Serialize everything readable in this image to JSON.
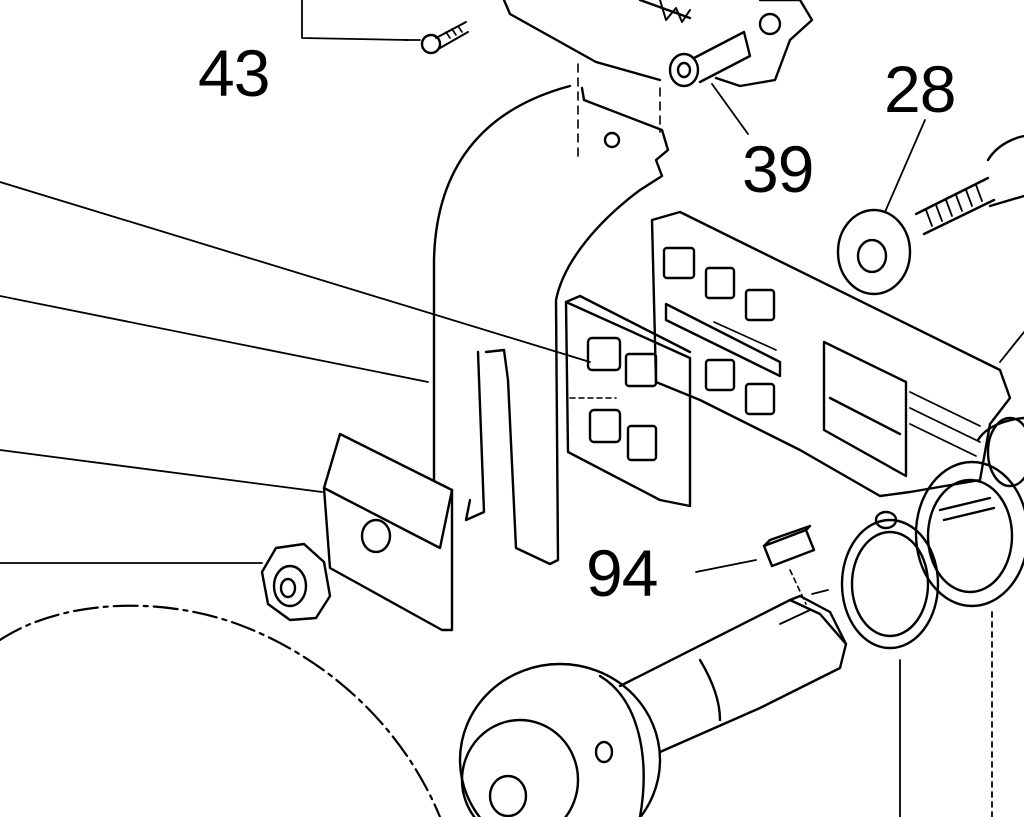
{
  "callouts": {
    "part_43": "43",
    "part_28": "28",
    "part_39": "39",
    "part_94": "94"
  },
  "colors": {
    "ink": "#000000",
    "paper": "#ffffff"
  }
}
